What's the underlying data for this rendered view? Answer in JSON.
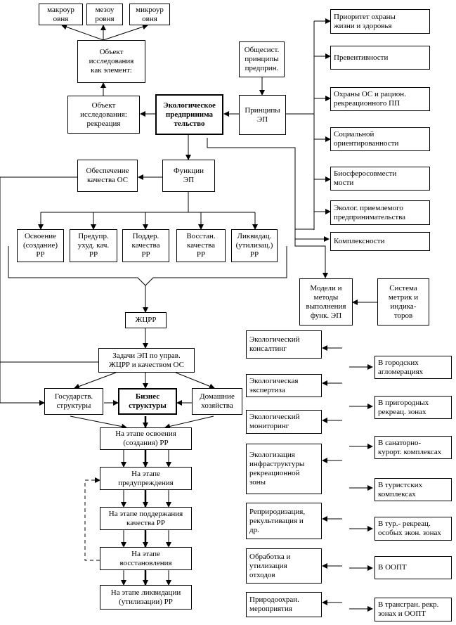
{
  "level_macro": "макроур\nовня",
  "level_meso": "мезоу\nровня",
  "level_micro": "микроур\nовня",
  "object_element": "Объект\nисследования\nкак элемент:",
  "general_principles": "Общесист.\nпринципы\nпредприн.",
  "object_recreation": "Объект\nисследования:\nрекреация",
  "center": "Экологическое\nпредпринима\nтельство",
  "ep_principles": "Принципы\nЭП",
  "quality_os": "Обеспечение\nкачества ОС",
  "functions": "Функции\nЭП",
  "phases": [
    {
      "label": "Освоение\n(создание)\nРР"
    },
    {
      "label": "Предупр.\nухуд. кач.\nРР"
    },
    {
      "label": "Поддер.\nкачества\nРР"
    },
    {
      "label": "Восстан.\nкачества\nРР"
    },
    {
      "label": "Ликвидац.\n(утилизац.)\nРР"
    }
  ],
  "principles_list": [
    {
      "label": "Приоритет охраны\nжизни и здоровья"
    },
    {
      "label": "Превентивности"
    },
    {
      "label": "Охраны ОС и рацион.\nрекреационного  ПП"
    },
    {
      "label": "Социальной\nориентированности"
    },
    {
      "label": "Биосферосовмести\nмости"
    },
    {
      "label": "Эколог. приемлемого\nпредпринимательства"
    },
    {
      "label": "Комплексности"
    }
  ],
  "models": "Модели и\nметоды\nвыполнения\nфунк. ЭП",
  "metrics": "Система\nметрик и\nиндика-\nторов",
  "zhcrr": "ЖЦРР",
  "tasks": "Задачи ЭП по управ.\nЖЦРР и качеством ОС",
  "state": "Государств.\nструктуры",
  "business": "Бизнес\nструктуры",
  "households": "Домашние\nхозяйства",
  "stages": [
    {
      "label": "На этапе освоения\n(создания) РР"
    },
    {
      "label": "На этапе\nпредупреждения"
    },
    {
      "label": "На этапе поддержания\nкачества РР"
    },
    {
      "label": "На этапе\nвосстановления"
    },
    {
      "label": "На этапе ликвидации\n(утилизации) РР"
    }
  ],
  "activities": [
    {
      "label": "Экологический\nконсалтинг"
    },
    {
      "label": "Экологическая\nэкспертиза"
    },
    {
      "label": "Экологический\nмониторинг"
    },
    {
      "label": "Экологизация\nинфраструктуры\nрекреационной\nзоны"
    },
    {
      "label": "Реприродизация,\nрекультивация и\nдр."
    },
    {
      "label": "Обработка и\nутилизация\nотходов"
    },
    {
      "label": "Природоохран.\nмероприятия"
    }
  ],
  "zones": [
    {
      "label": "В городских\nагломерациях"
    },
    {
      "label": "В пригородных\nрекреац. зонах"
    },
    {
      "label": "В санаторно-\nкурорт. комплексах"
    },
    {
      "label": "В туристских\nкомплексах"
    },
    {
      "label": "В тур.- рекреац.\nособых экон. зонах"
    },
    {
      "label": "В  ООПТ"
    },
    {
      "label": "В трансгран. рекр.\nзонах  и ООПТ"
    }
  ]
}
